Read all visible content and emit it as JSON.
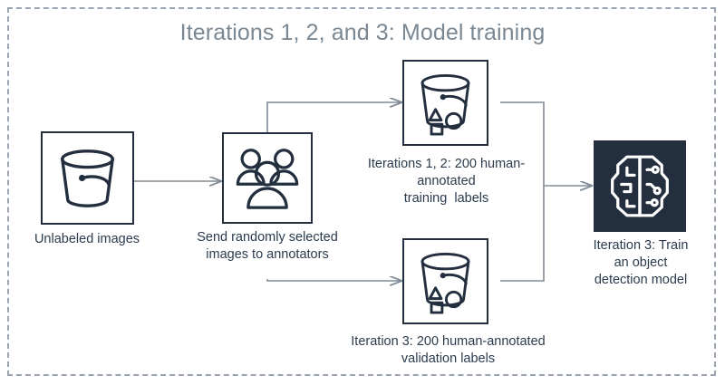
{
  "diagram": {
    "title": "Iterations 1, 2, and 3: Model training",
    "title_color": "#7a8894",
    "accent_color": "#232f3e",
    "frame_color": "#9aa5b1",
    "connector_color": "#808b96",
    "background": "#ffffff"
  },
  "nodes": {
    "unlabeled": {
      "icon": "bucket-icon",
      "caption": "Unlabeled images"
    },
    "annotators": {
      "icon": "people-group-icon",
      "caption_line1": "Send randomly selected",
      "caption_line2": "images to annotators"
    },
    "training_labels": {
      "icon": "labeled-bucket-icon",
      "caption_line1": "Iterations 1, 2: 200 human-",
      "caption_line2": "annotated",
      "caption_line3": "training  labels"
    },
    "validation_labels": {
      "icon": "labeled-bucket-icon",
      "caption_line1": "Iteration 3: 200 human-annotated",
      "caption_line2": "validation labels"
    },
    "model": {
      "icon": "ai-brain-icon",
      "fill": "#232f3e",
      "caption_line1": "Iteration 3: Train",
      "caption_line2": "an object",
      "caption_line3": "detection model"
    }
  }
}
